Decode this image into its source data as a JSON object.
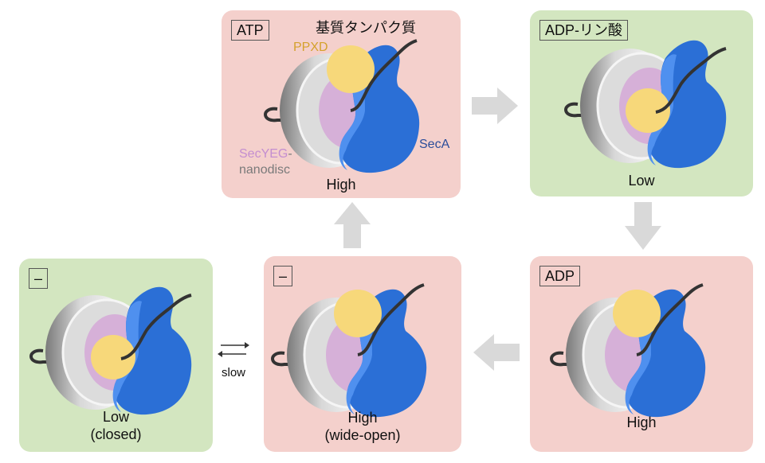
{
  "panels": {
    "atp": {
      "tag": "ATP",
      "state": "High"
    },
    "adp_pi": {
      "tag": "ADP-リン酸",
      "state": "Low"
    },
    "adp": {
      "tag": "ADP",
      "state": "High"
    },
    "wide_open": {
      "tag": "–",
      "state": "High",
      "substate": "(wide-open)"
    },
    "closed": {
      "tag": "–",
      "state": "Low",
      "substate": "(closed)"
    }
  },
  "labels": {
    "substrate": "基質タンパク質",
    "ppxd": "PPXD",
    "seca": "SecA",
    "secyeg": "SecYEG",
    "dash": "-",
    "nanodisc": "nanodisc"
  },
  "exchange": {
    "label": "slow"
  },
  "colors": {
    "pink_panel": "#f4d0cc",
    "green_panel": "#d3e6c0",
    "seca": "#2b6fd6",
    "ppxd": "#f7d87a",
    "secyeg": "#d6b0d8",
    "nanodisc": "#c9c9c9",
    "arrow": "#d9d9d9"
  }
}
